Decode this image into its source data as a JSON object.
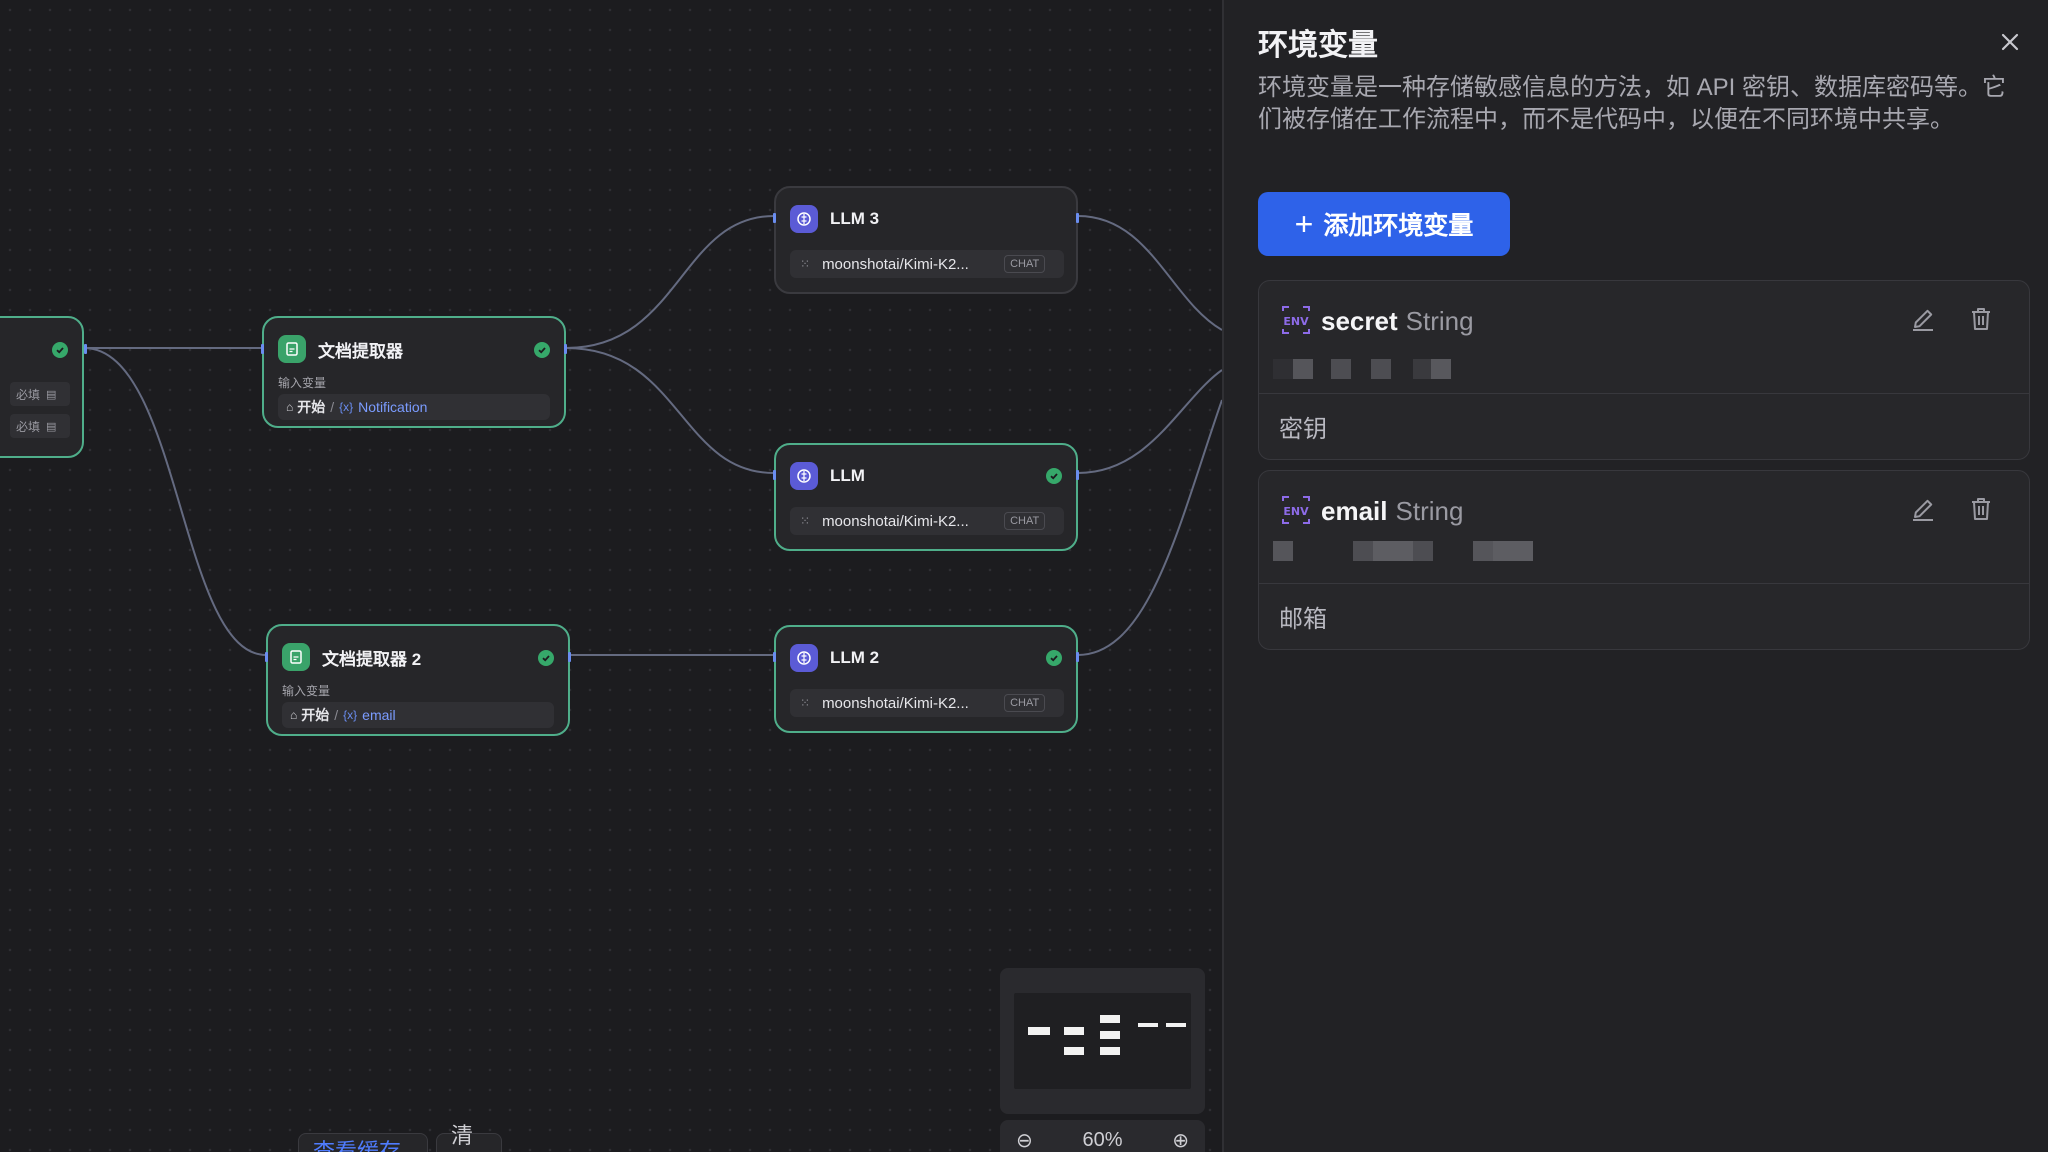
{
  "canvas": {
    "nodes": {
      "start_partial": {
        "required_label": "必填"
      },
      "doc_extractor_1": {
        "title": "文档提取器",
        "input_label": "输入变量",
        "source": "开始",
        "variable": "Notification"
      },
      "doc_extractor_2": {
        "title": "文档提取器 2",
        "input_label": "输入变量",
        "source": "开始",
        "variable": "email"
      },
      "llm3": {
        "title": "LLM 3",
        "model": "moonshotai/Kimi-K2...",
        "mode": "CHAT"
      },
      "llm": {
        "title": "LLM",
        "model": "moonshotai/Kimi-K2...",
        "mode": "CHAT"
      },
      "llm2": {
        "title": "LLM 2",
        "model": "moonshotai/Kimi-K2...",
        "mode": "CHAT"
      }
    },
    "zoom_level": "60%",
    "bottom_buttons": {
      "view_cache": "查看缓存",
      "clear": "清除"
    }
  },
  "panel": {
    "title": "环境变量",
    "description": "环境变量是一种存储敏感信息的方法，如 API 密钥、数据库密码等。它们被存储在工作流程中，而不是代码中，以便在不同环境中共享。",
    "add_button_label": "添加环境变量",
    "env_badge": "ENV",
    "variables": [
      {
        "name": "secret",
        "type": "String",
        "description": "密钥"
      },
      {
        "name": "email",
        "type": "String",
        "description": "邮箱"
      }
    ]
  },
  "colors": {
    "accent": "#2e62e9",
    "success": "#36a86a",
    "node_ok_border": "#4fae8a",
    "variable_link": "#7b9cff",
    "env_badge": "#8d6be8"
  },
  "icons": {
    "close": "close-icon",
    "edit": "pencil-icon",
    "delete": "trash-icon",
    "doc_node": "document-icon",
    "llm_node": "brain-icon",
    "status": "check-circle-icon"
  }
}
